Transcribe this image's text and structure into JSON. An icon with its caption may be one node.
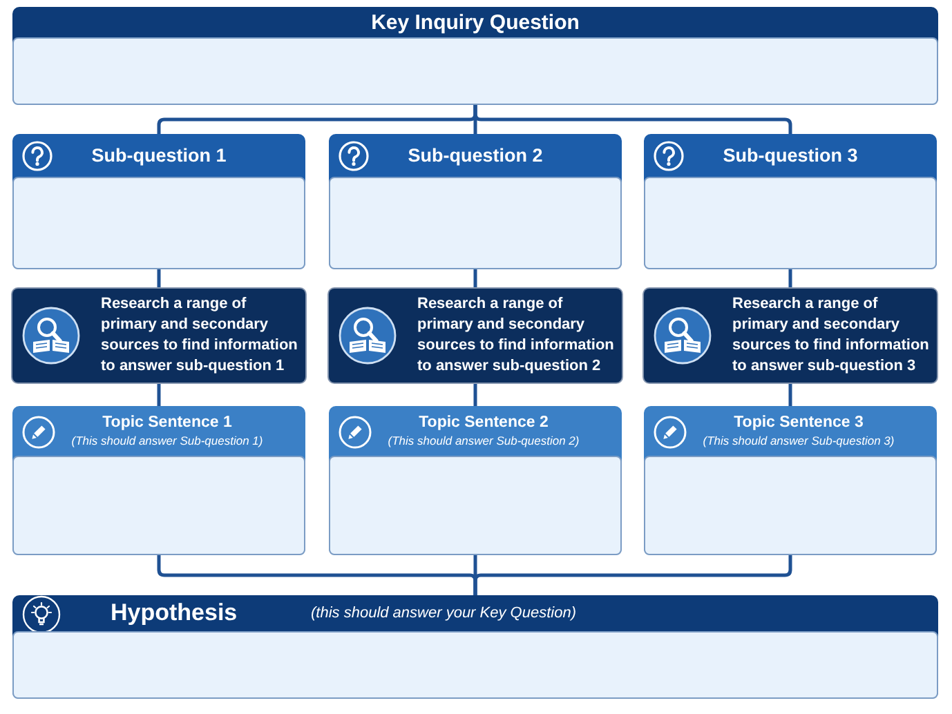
{
  "diagram": {
    "nodes": [
      {
        "text": [
          "Key Inquiry Question"
        ]
      },
      {
        "text": [
          "Sub-question 1"
        ]
      },
      {
        "text": [
          "Sub-question 2"
        ]
      },
      {
        "text": [
          "Sub-question 3"
        ]
      },
      {
        "text": [
          "Research a range of primary and secondary sources to find information to answer sub-question 1"
        ]
      },
      {
        "text": [
          "Research a range of primary and secondary sources to find information to answer sub-question 2"
        ]
      },
      {
        "text": [
          "Research a range of primary and secondary sources to find information to answer sub-question 3"
        ]
      },
      {
        "text": [
          "Topic Sentence 1",
          "(This should answer Sub-question 1)"
        ]
      },
      {
        "text": [
          "Topic Sentence 2",
          "(This should answer Sub-question 2)"
        ]
      },
      {
        "text": [
          "Topic Sentence 3",
          "(This should answer Sub-question 3)"
        ]
      },
      {
        "text": [
          "Hypothesis",
          "(this should answer your Key Question)"
        ]
      }
    ],
    "edges": [
      {
        "from": 0,
        "to": 1,
        "arrow": "none"
      },
      {
        "from": 0,
        "to": 2,
        "arrow": "none"
      },
      {
        "from": 0,
        "to": 3,
        "arrow": "none"
      },
      {
        "from": 1,
        "to": 4,
        "arrow": "none"
      },
      {
        "from": 2,
        "to": 5,
        "arrow": "none"
      },
      {
        "from": 3,
        "to": 6,
        "arrow": "none"
      },
      {
        "from": 4,
        "to": 7,
        "arrow": "none"
      },
      {
        "from": 5,
        "to": 8,
        "arrow": "none"
      },
      {
        "from": 6,
        "to": 9,
        "arrow": "none"
      },
      {
        "from": 7,
        "to": 10,
        "arrow": "none"
      },
      {
        "from": 8,
        "to": 10,
        "arrow": "none"
      },
      {
        "from": 9,
        "to": 10,
        "arrow": "none"
      }
    ]
  }
}
